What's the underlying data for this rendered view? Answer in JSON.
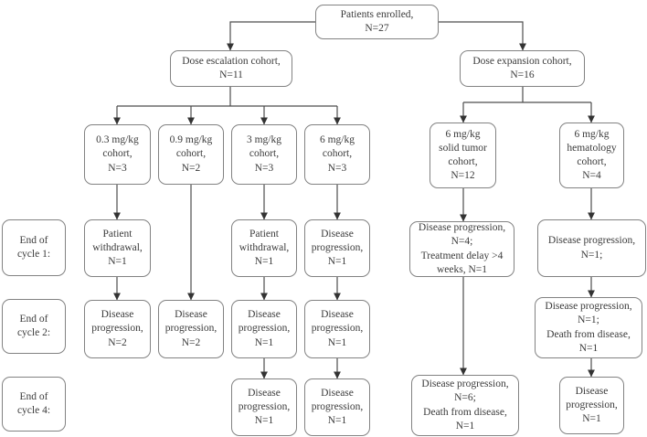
{
  "diagram": {
    "type": "patient-flow-chart",
    "colors": {
      "background": "#ffffff",
      "box_border": "#828282",
      "connector_line": "#4d4d4d",
      "arrowhead": "#333333",
      "text": "#3b3b3b"
    },
    "nodes": {
      "patients_enrolled": "Patients enrolled,\nN=27",
      "dose_escalation": "Dose escalation cohort,\nN=11",
      "dose_expansion": "Dose expansion cohort,\nN=16",
      "cohort_0_3": "0.3 mg/kg\ncohort,\nN=3",
      "cohort_0_9": "0.9 mg/kg\ncohort,\nN=2",
      "cohort_3": "3 mg/kg\ncohort,\nN=3",
      "cohort_6": "6 mg/kg\ncohort,\nN=3",
      "cohort_solid": "6 mg/kg\nsolid tumor\ncohort,\nN=12",
      "cohort_heme": "6 mg/kg\nhematology\ncohort,\nN=4",
      "c1_cohort_0_3": "Patient\nwithdrawal,\nN=1",
      "c1_cohort_3": "Patient\nwithdrawal,\nN=1",
      "c1_cohort_6": "Disease\nprogression,\nN=1",
      "c1_solid": "Disease progression,\nN=4;\nTreatment delay >4\nweeks, N=1",
      "c1_heme": "Disease progression,\nN=1;",
      "c2_cohort_0_3": "Disease\nprogression,\nN=2",
      "c2_cohort_0_9": "Disease\nprogression,\nN=2",
      "c2_cohort_3": "Disease\nprogression,\nN=1",
      "c2_cohort_6": "Disease\nprogression,\nN=1",
      "c2_heme": "Disease progression,\nN=1;\nDeath from disease,\nN=1",
      "c4_cohort_3": "Disease\nprogression,\nN=1",
      "c4_cohort_6": "Disease\nprogression,\nN=1",
      "c4_solid": "Disease progression,\nN=6;\nDeath from disease,\nN=1",
      "c4_heme": "Disease\nprogression,\nN=1"
    },
    "row_labels": {
      "cycle1": "End of\ncycle 1:",
      "cycle2": "End of\ncycle 2:",
      "cycle4": "End of\ncycle 4:"
    }
  }
}
